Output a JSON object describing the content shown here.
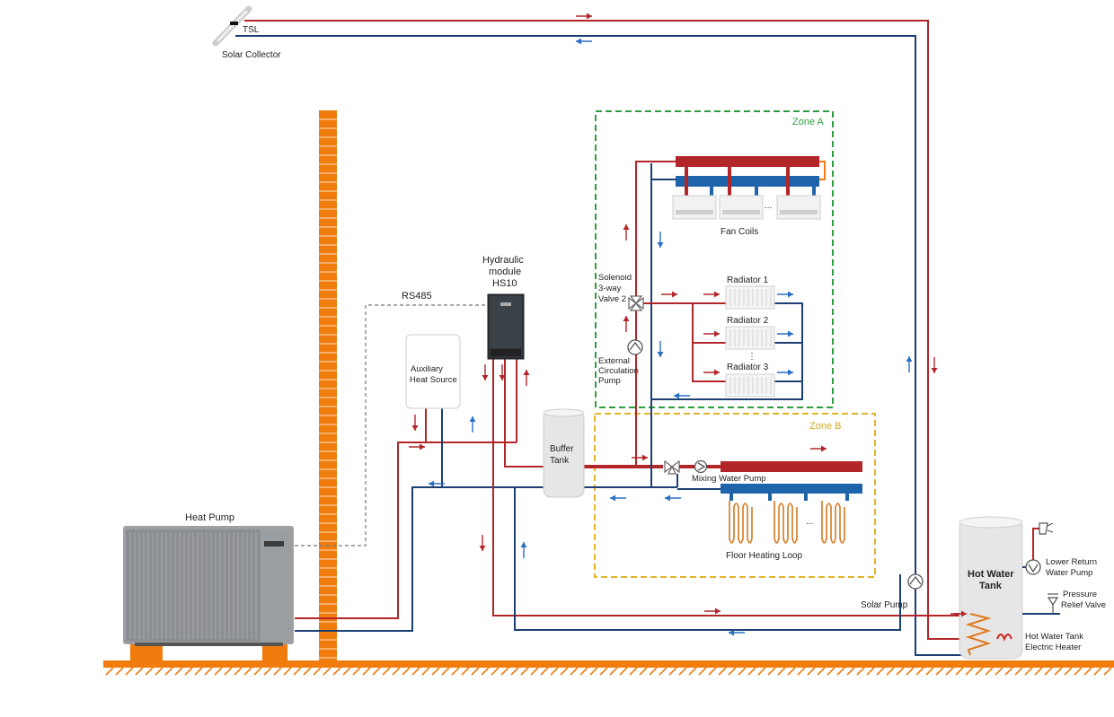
{
  "colors": {
    "supply": "#b2262a",
    "return": "#1c3f73",
    "manifold_blue": "#1e64aa",
    "wall": "#f07c0e",
    "zone_a": "#2e9e3e",
    "zone_b": "#e2b42a",
    "arrow_blue": "#2a6fc2"
  },
  "labels": {
    "tsl": "TSL",
    "solar_collector": "Solar Collector",
    "zone_a": "Zone A",
    "zone_b": "Zone B",
    "fan_coils": "Fan Coils",
    "ellipsis": "...",
    "vdots": "⋮",
    "radiator_1": "Radiator 1",
    "radiator_2": "Radiator 2",
    "radiator_3": "Radiator 3",
    "solenoid_valve_lines": [
      "Solenoid",
      "3-way",
      "Valve 2"
    ],
    "external_pump_lines": [
      "External",
      "Circulation",
      "Pump"
    ],
    "hydraulic_module_lines": [
      "Hydraulic",
      "module",
      "HS10"
    ],
    "rs485": "RS485",
    "aux_heat_lines": [
      "Auxiliary",
      "Heat Source"
    ],
    "buffer_tank_lines": [
      "Buffer",
      "Tank"
    ],
    "mixing_pump": "Mixing Water Pump",
    "floor_heating": "Floor Heating Loop",
    "heat_pump": "Heat Pump",
    "solar_pump": "Solar Pump",
    "hot_water_tank_lines": [
      "Hot Water",
      "Tank"
    ],
    "lower_return_lines": [
      "Lower Return",
      "Water Pump"
    ],
    "pressure_relief_lines": [
      "Pressure",
      "Relief Valve"
    ],
    "electric_heater_lines": [
      "Hot Water Tank",
      "Electric Heater"
    ]
  }
}
